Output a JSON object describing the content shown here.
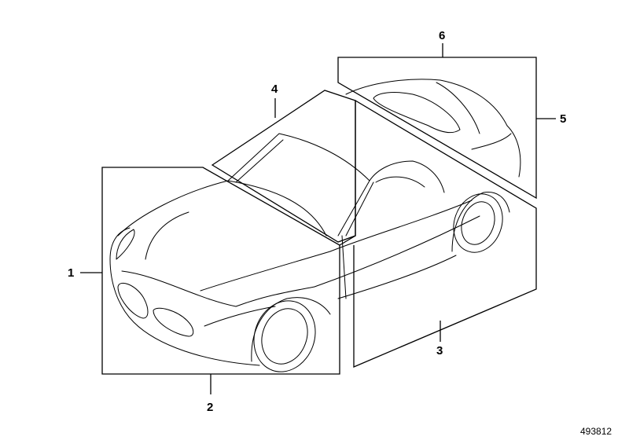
{
  "diagram": {
    "callouts": [
      {
        "id": "1",
        "label": "1"
      },
      {
        "id": "2",
        "label": "2"
      },
      {
        "id": "3",
        "label": "3"
      },
      {
        "id": "4",
        "label": "4"
      },
      {
        "id": "5",
        "label": "5"
      },
      {
        "id": "6",
        "label": "6"
      }
    ],
    "reference_number": "493812",
    "colors": {
      "line": "#000000",
      "background": "#ffffff"
    }
  }
}
